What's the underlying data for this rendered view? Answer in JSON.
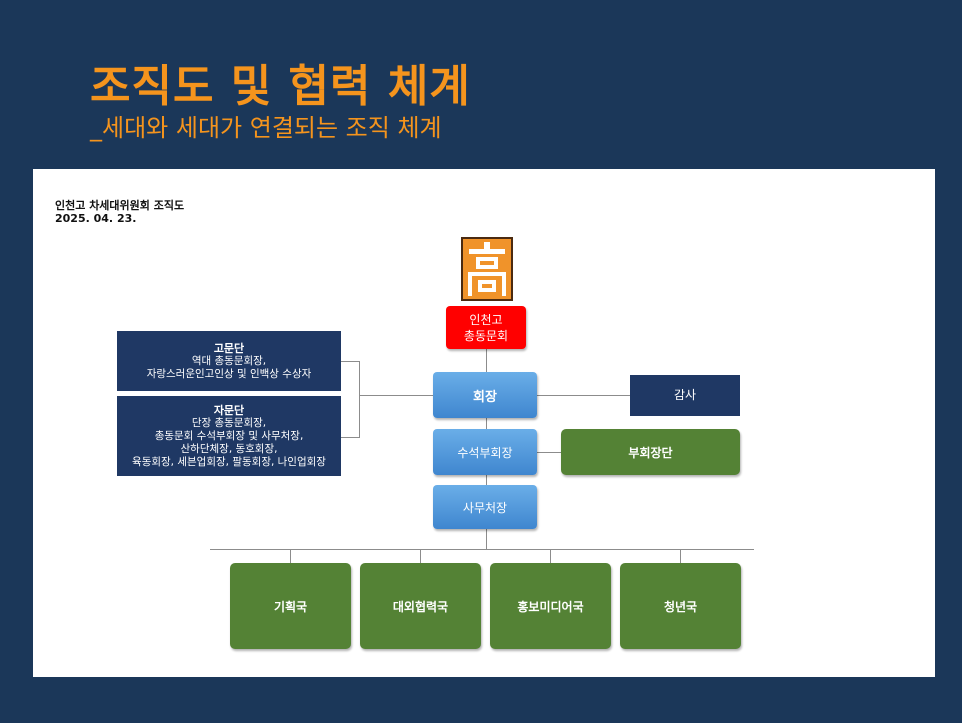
{
  "slide": {
    "title": "조직도 및 협력 체계",
    "subtitle": "_세대와 세대가 연결되는 조직 체계"
  },
  "chart": {
    "caption": "인천고 차세대위원회 조직도",
    "date": "2025. 04. 23.",
    "logo_icon": "school-emblem-icon",
    "top": "인천고\n총동문회",
    "advisors": {
      "title": "고문단",
      "lines": [
        "역대 총동문회장,",
        "자랑스러운인고인상 및 인백상 수상자"
      ]
    },
    "consultants": {
      "title": "자문단",
      "lines": [
        "단장 총동문회장,",
        "총동문회 수석부회장 및 사무처장,",
        "산하단체장, 동호회장,",
        "육동회장, 세븐업회장, 팔동회장, 나인업회장"
      ]
    },
    "president": "회장",
    "auditor": "감사",
    "senior_vp": "수석부회장",
    "vp_group": "부회장단",
    "secretary_general": "사무처장",
    "departments": [
      "기획국",
      "대외협력국",
      "홍보미디어국",
      "청년국"
    ]
  },
  "colors": {
    "background": "#1b3759",
    "title": "#f5941d",
    "navy_box": "#1f3864",
    "green_box": "#548235",
    "blue_box": "#3f86cf",
    "red_box": "#ff0000"
  }
}
